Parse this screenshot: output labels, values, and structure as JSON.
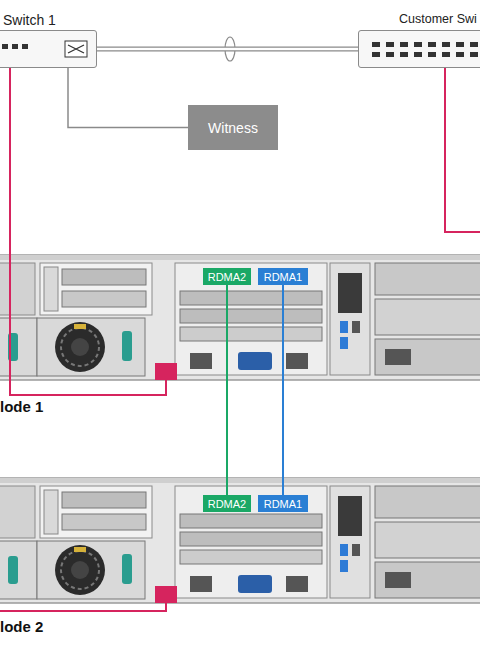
{
  "diagram": {
    "nodes": [
      {
        "text": [
          "Switch 1"
        ]
      },
      {
        "text": [
          "Customer Swi"
        ]
      },
      {
        "text": [
          "Witness"
        ]
      },
      {
        "text": [
          "lode 1"
        ]
      },
      {
        "text": [
          "RDMA2"
        ],
        "in": 3
      },
      {
        "text": [
          "RDMA1"
        ],
        "in": 3
      },
      {
        "text": [
          "lode 2"
        ]
      },
      {
        "text": [
          "RDMA2"
        ],
        "in": 6
      },
      {
        "text": [
          "RDMA1"
        ],
        "in": 6
      }
    ],
    "edges": [
      {
        "from": 0,
        "to": 1,
        "arrow": "none"
      },
      {
        "from": 0,
        "to": 2,
        "arrow": "none"
      },
      {
        "from": 0,
        "to": 3,
        "arrow": "none"
      },
      {
        "from": 4,
        "to": 7,
        "arrow": "none"
      },
      {
        "from": 5,
        "to": 8,
        "arrow": "none"
      }
    ]
  }
}
